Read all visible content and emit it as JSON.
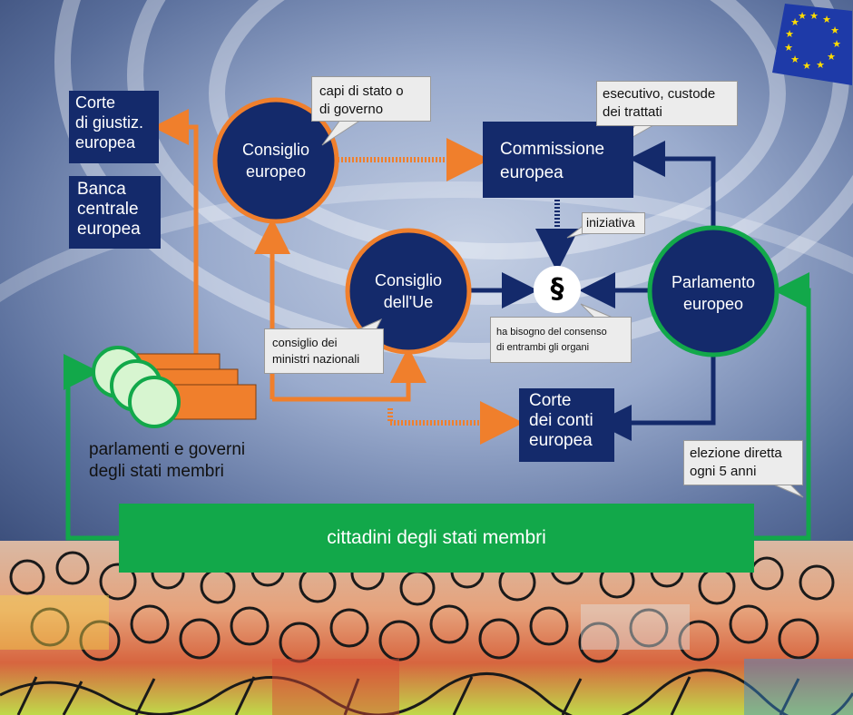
{
  "bodies": {
    "court_justice": "Corte\ndi giustiz.\neuropea",
    "central_bank": "Banca\ncentrale\neuropea",
    "european_council": "Consiglio\neuropeo",
    "commission": "Commissione\neuropea",
    "council_eu": "Consiglio\ndell'Ue",
    "parliament": "Parlamento\neuropeo",
    "court_auditors": "Corte\ndei conti\neuropea"
  },
  "callouts": {
    "heads_of_state": "capi di stato o\ndi governo",
    "executive": "esecutivo, custode\ndei trattati",
    "initiative": "iniziativa",
    "national_ministers": "consiglio dei\nministri nazionali",
    "consent": "ha bisogno del consenso\ndi entrambi gli organi",
    "direct_election": "elezione diretta\nogni 5 anni"
  },
  "symbol": "§",
  "member_states_label": "parlamenti e governi\ndegli stati membri",
  "citizens_label": "cittadini degli stati membri",
  "colors": {
    "navy": "#142a6b",
    "orange": "#f07f2c",
    "green": "#12a84a",
    "light_green": "#d7f5d0",
    "callout_bg": "#ececec"
  }
}
